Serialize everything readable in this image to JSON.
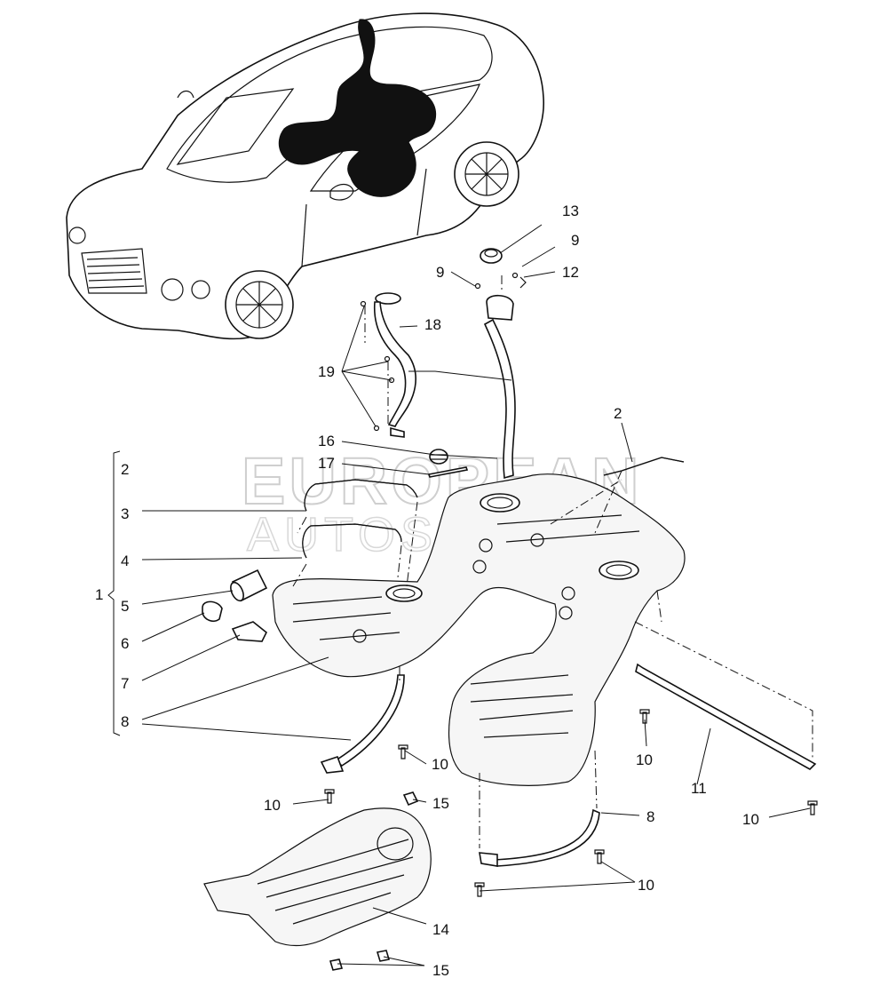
{
  "watermark": {
    "line1": "EUROPEAN",
    "line2": "AUTOSPARES"
  },
  "labels": {
    "p1": "1",
    "p2_group": "2",
    "p2_top": "2",
    "p3": "3",
    "p4": "4",
    "p5": "5",
    "p6": "6",
    "p7": "7",
    "p8_left": "8",
    "p8_right": "8",
    "p9_left": "9",
    "p9_right": "9",
    "p10_a": "10",
    "p10_b": "10",
    "p10_c": "10",
    "p10_d": "10",
    "p10_e": "10",
    "p11": "11",
    "p12": "12",
    "p13": "13",
    "p14": "14",
    "p15_top": "15",
    "p15_bottom": "15",
    "p16": "16",
    "p17": "17",
    "p18": "18",
    "p19": "19"
  },
  "colors": {
    "line": "#111111",
    "watermark": "#cfcfcf",
    "background": "#ffffff"
  }
}
